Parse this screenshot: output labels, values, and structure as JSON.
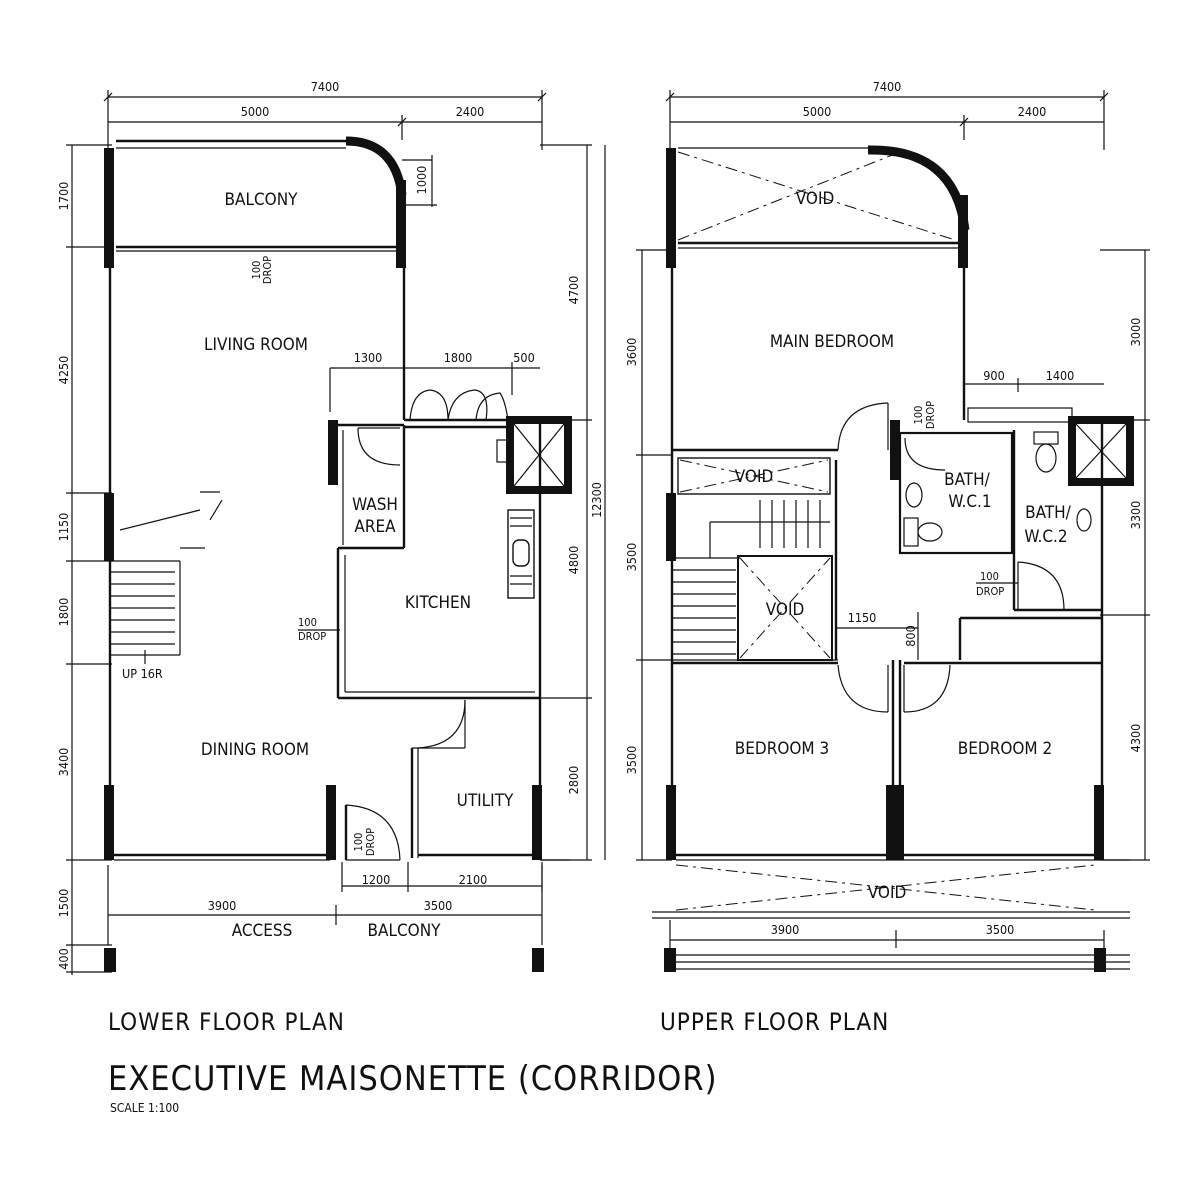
{
  "lower_floor": {
    "caption": "LOWER FLOOR PLAN",
    "rooms": {
      "balcony": "BALCONY",
      "living_room": "LIVING ROOM",
      "dining_room": "DINING ROOM",
      "wash_area_1": "WASH",
      "wash_area_2": "AREA",
      "kitchen": "KITCHEN",
      "utility": "UTILITY",
      "access": "ACCESS",
      "front_balcony": "BALCONY",
      "stair_label": "UP 16R"
    },
    "drop_label_num": "100",
    "drop_label_word": "DROP",
    "dimensions": {
      "overall_width": "7400",
      "top_left": "5000",
      "top_right": "2400",
      "balcony_depth": "1000",
      "left_1": "1700",
      "left_2": "4250",
      "left_3": "1150",
      "left_4": "1800",
      "left_5": "3400",
      "left_6": "1500",
      "left_7": "400",
      "right_1": "4700",
      "right_2": "4800",
      "right_3": "2800",
      "overall_height": "12300",
      "kitchen_1": "1300",
      "kitchen_2": "1800",
      "kitchen_3": "500",
      "bottom_1": "1200",
      "bottom_2": "2100",
      "bottom_3": "3900",
      "bottom_4": "3500"
    }
  },
  "upper_floor": {
    "caption": "UPPER FLOOR PLAN",
    "rooms": {
      "void_top": "VOID",
      "main_bedroom": "MAIN BEDROOM",
      "void_stair": "VOID",
      "void_center": "VOID",
      "bath1_line1": "BATH/",
      "bath1_line2": "W.C.1",
      "bath2_line1": "BATH/",
      "bath2_line2": "W.C.2",
      "bedroom3": "BEDROOM 3",
      "bedroom2": "BEDROOM 2",
      "void_bottom": "VOID"
    },
    "drop_label_num": "100",
    "drop_label_word": "DROP",
    "dimensions": {
      "overall_width": "7400",
      "top_left": "5000",
      "top_right": "2400",
      "left_1": "3600",
      "left_2": "3500",
      "left_3": "3500",
      "right_1": "3000",
      "right_2": "3300",
      "right_3": "4300",
      "bath_1": "900",
      "bath_2": "1400",
      "corridor_1": "1150",
      "corridor_2": "800",
      "bottom_1": "3900",
      "bottom_2": "3500"
    }
  },
  "title": "EXECUTIVE MAISONETTE (CORRIDOR)",
  "scale": "SCALE 1:100"
}
